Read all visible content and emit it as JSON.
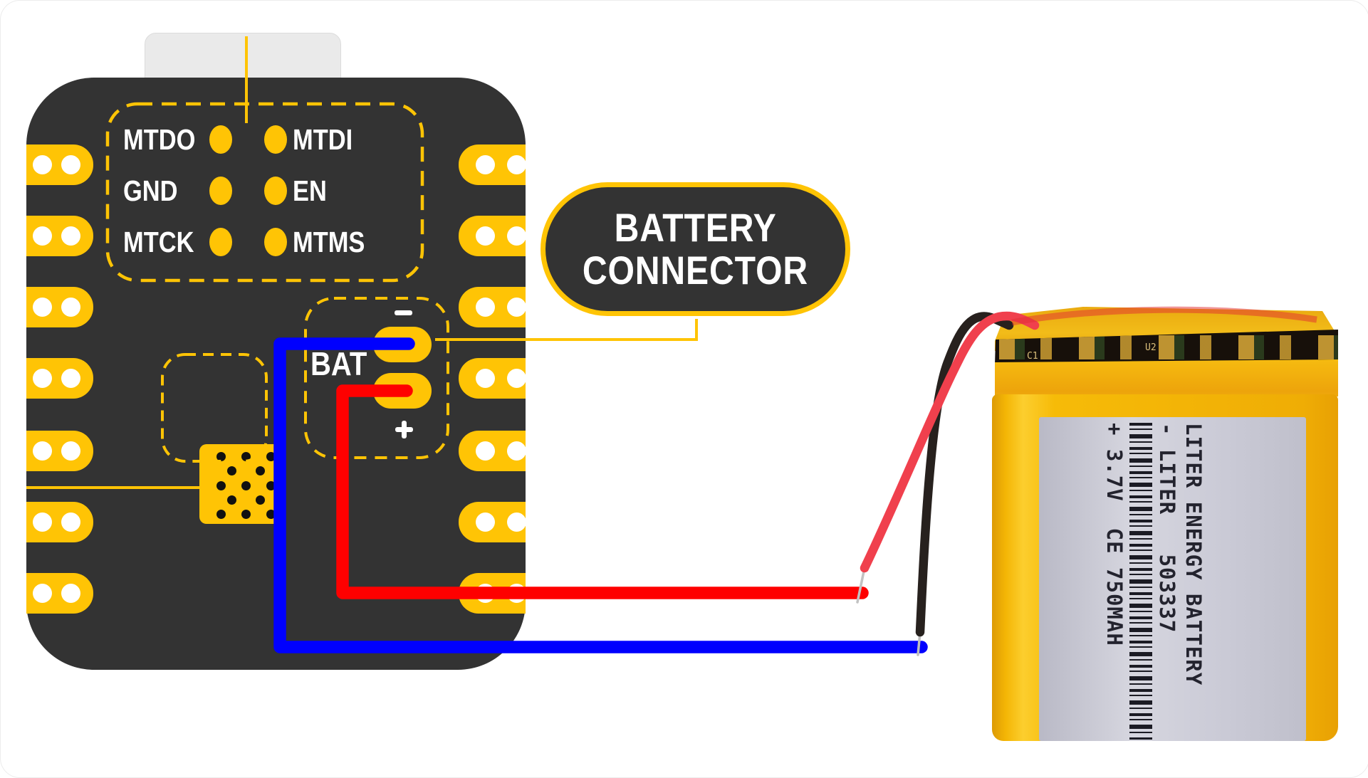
{
  "colors": {
    "accent_yellow": "#FFC405",
    "board_dark": "#333333",
    "wire_blue": "#0000FE",
    "wire_red": "#FE0000",
    "battery_wire_red": "#F0404D",
    "battery_wire_black": "#27211E",
    "battery_body_yellow": "#F4B605",
    "battery_label_silver": "#C9C9D4",
    "pad_hole_white": "#FFFFFF",
    "usb_tab_gray": "#EAEAEA"
  },
  "board": {
    "jtag_pins": [
      {
        "label": "MTDO"
      },
      {
        "label": "MTDI"
      },
      {
        "label": "GND"
      },
      {
        "label": "EN"
      },
      {
        "label": "MTCK"
      },
      {
        "label": "MTMS"
      }
    ],
    "bat": {
      "label": "BAT",
      "negative": "−",
      "positive": "+"
    }
  },
  "callout": {
    "line1": "BATTERY",
    "line2": "CONNECTOR"
  },
  "battery": {
    "label_line1": "LITER ENERGY BATTERY",
    "label_line2": "- LITER   503337",
    "label_line3": "+ 3.7V  CE 750MAH",
    "pcb_ref_c1": "C1",
    "pcb_ref_u2": "U2"
  }
}
